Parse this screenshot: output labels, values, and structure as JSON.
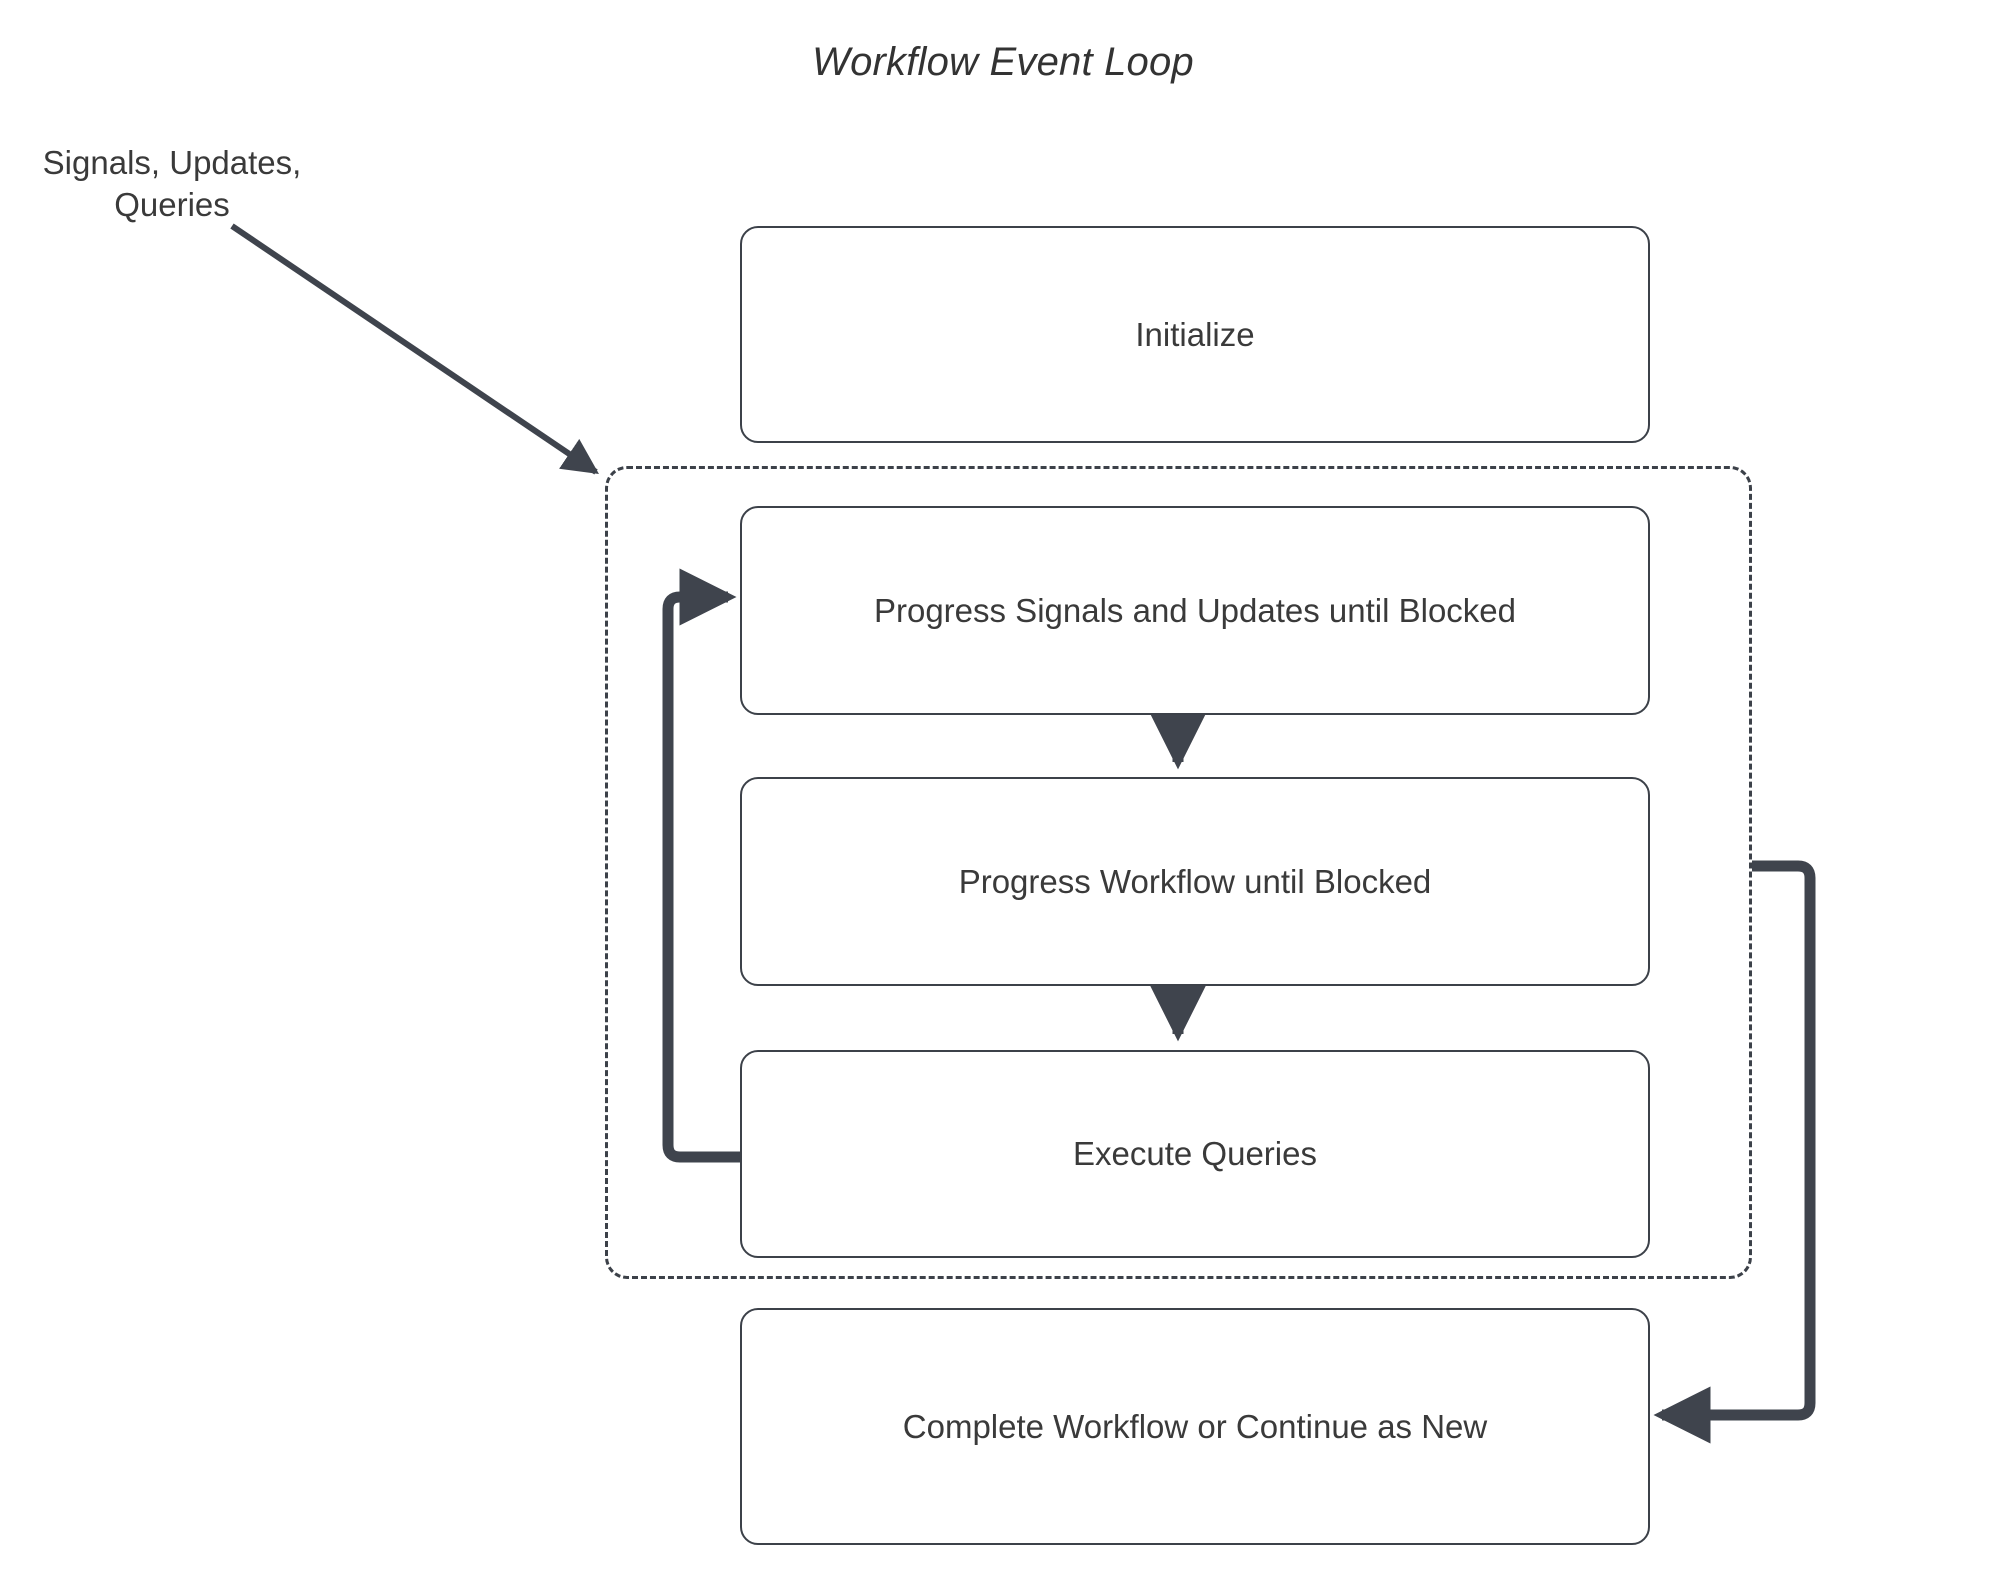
{
  "diagram": {
    "title": "Workflow Event Loop",
    "external_label": "Signals, Updates,\nQueries",
    "colors": {
      "stroke": "#3c4149",
      "text": "#3a3a3a",
      "background": "#ffffff",
      "edge": "#3f444d"
    },
    "nodes": [
      {
        "id": "initialize",
        "label": "Initialize"
      },
      {
        "id": "progress-signals",
        "label": "Progress Signals and Updates until Blocked"
      },
      {
        "id": "progress-workflow",
        "label": "Progress Workflow until Blocked"
      },
      {
        "id": "execute-queries",
        "label": "Execute Queries"
      },
      {
        "id": "complete-workflow",
        "label": "Complete Workflow or Continue as New"
      }
    ],
    "group": {
      "id": "event-loop-region",
      "label": "",
      "style": "dashed"
    },
    "edges": [
      {
        "from": "signals-updates-queries",
        "to": "event-loop-region",
        "style": "solid-arrow"
      },
      {
        "from": "progress-signals",
        "to": "progress-workflow",
        "style": "solid-arrow"
      },
      {
        "from": "progress-workflow",
        "to": "execute-queries",
        "style": "solid-arrow"
      },
      {
        "from": "execute-queries",
        "to": "progress-signals",
        "style": "loop-back-left"
      },
      {
        "from": "event-loop-region",
        "to": "complete-workflow",
        "style": "loop-right"
      }
    ]
  }
}
